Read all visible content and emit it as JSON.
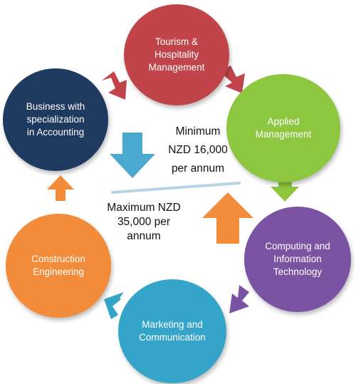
{
  "nodes": {
    "tourism": {
      "label": "Tourism &\nHospitality\nManagement",
      "color": "#c0444a"
    },
    "applied": {
      "label": "Applied\nManagement",
      "color": "#8dc63f"
    },
    "computing": {
      "label": "Computing and\nInformation\nTechnology",
      "color": "#7b53a3"
    },
    "marketing": {
      "label": "Marketing and\nCommunication",
      "color": "#35a4c9"
    },
    "construction": {
      "label": "Construction\nEngineering",
      "color": "#f28c3b"
    },
    "business": {
      "label": "Business with\nspecialization\nin Accounting",
      "color": "#1f3a5f"
    }
  },
  "center": {
    "minimum": "Minimum\nNZD 16,000\nper annum",
    "maximum": "Maximum NZD\n35,000 per\nannum"
  },
  "colors": {
    "divider": "#b7d4e3",
    "down_arrow": "#4ba8cf",
    "up_arrow": "#f28c3b"
  }
}
